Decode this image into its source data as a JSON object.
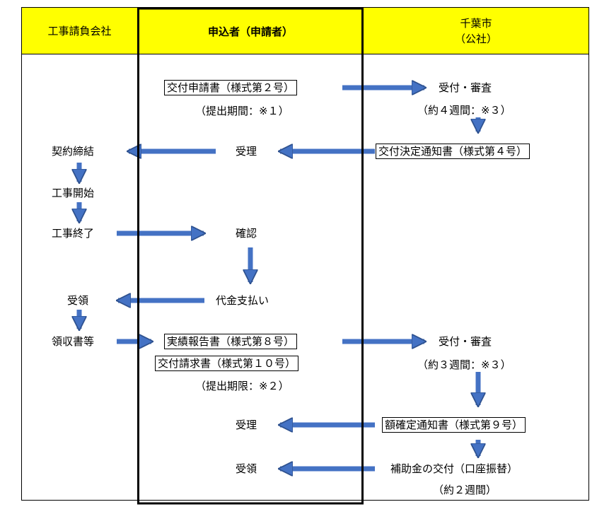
{
  "columns": {
    "contractor": "工事請負会社",
    "applicant": "申込者（申請者）",
    "city": [
      "千葉市",
      "（公社）"
    ]
  },
  "steps": {
    "application_form": "交付申請書（様式第２号）",
    "submission_period": "（提出期間：※１）",
    "receipt_review_1": "受付・審査",
    "weeks_1": "（約４週間：※３）",
    "decision_notice": "交付決定通知書（様式第４号）",
    "acceptance_1": "受理",
    "contract": "契約締結",
    "work_start": "工事開始",
    "work_end": "工事終了",
    "confirm": "確認",
    "payment": "代金支払い",
    "receive_1": "受領",
    "receipts": "領収書等",
    "performance_report": "実績報告書（様式第８号）",
    "payment_request": "交付請求書（様式第１０号）",
    "submission_deadline": "（提出期限：※２）",
    "receipt_review_2": "受付・審査",
    "weeks_2": "（約３週間：※３）",
    "amount_notice": "額確定通知書（様式第９号）",
    "acceptance_2": "受理",
    "subsidy_transfer": "補助金の交付（口座振替）",
    "weeks_3": "（約２週間）",
    "receive_2": "受領"
  },
  "colors": {
    "header": "#ffff00",
    "arrow": "#4472c4",
    "arrow_edge": "#2f528f"
  }
}
